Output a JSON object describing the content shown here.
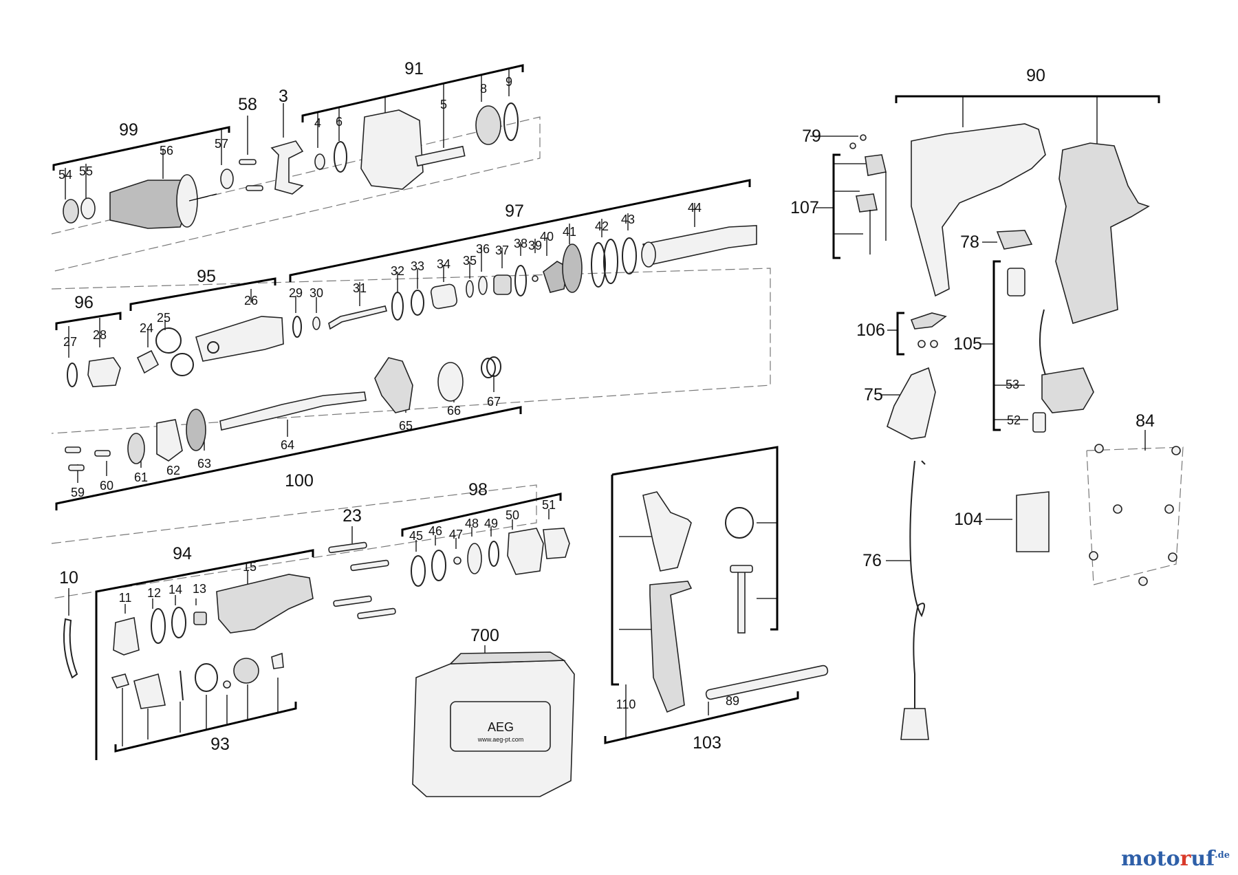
{
  "diagram": {
    "labels": {
      "l90": "90",
      "l91": "91",
      "l99": "99",
      "l58": "58",
      "l3": "3",
      "l4": "4",
      "l6": "6",
      "l5": "5",
      "l8": "8",
      "l9": "9",
      "l54": "54",
      "l55": "55",
      "l56": "56",
      "l57": "57",
      "l97": "97",
      "l44": "44",
      "l43": "43",
      "l42": "42",
      "l41": "41",
      "l40": "40",
      "l39": "39",
      "l38": "38",
      "l37": "37",
      "l36": "36",
      "l35": "35",
      "l34": "34",
      "l33": "33",
      "l32": "32",
      "l31": "31",
      "l30": "30",
      "l29": "29",
      "l95": "95",
      "l96": "96",
      "l27": "27",
      "l28": "28",
      "l24": "24",
      "l25": "25",
      "l26": "26",
      "l59": "59",
      "l60": "60",
      "l61": "61",
      "l62": "62",
      "l63": "63",
      "l64": "64",
      "l65": "65",
      "l66": "66",
      "l67": "67",
      "l100": "100",
      "l98": "98",
      "l45": "45",
      "l46": "46",
      "l47": "47",
      "l48": "48",
      "l49": "49",
      "l50": "50",
      "l51": "51",
      "l23": "23",
      "l94": "94",
      "l10": "10",
      "l11": "11",
      "l12": "12",
      "l14": "14",
      "l13": "13",
      "l15": "15",
      "l93": "93",
      "l700": "700",
      "l110": "110",
      "l89": "89",
      "l103": "103",
      "l79": "79",
      "l107": "107",
      "l78": "78",
      "l106": "106",
      "l105": "105",
      "l53": "53",
      "l52": "52",
      "l75": "75",
      "l84": "84",
      "l104": "104",
      "l76": "76"
    },
    "case_brand": "AEG",
    "case_url": "www.aeg-pt.com",
    "watermark": {
      "part1": "moto",
      "part2": "r",
      "part3": "uf",
      "suffix": ".de"
    }
  }
}
